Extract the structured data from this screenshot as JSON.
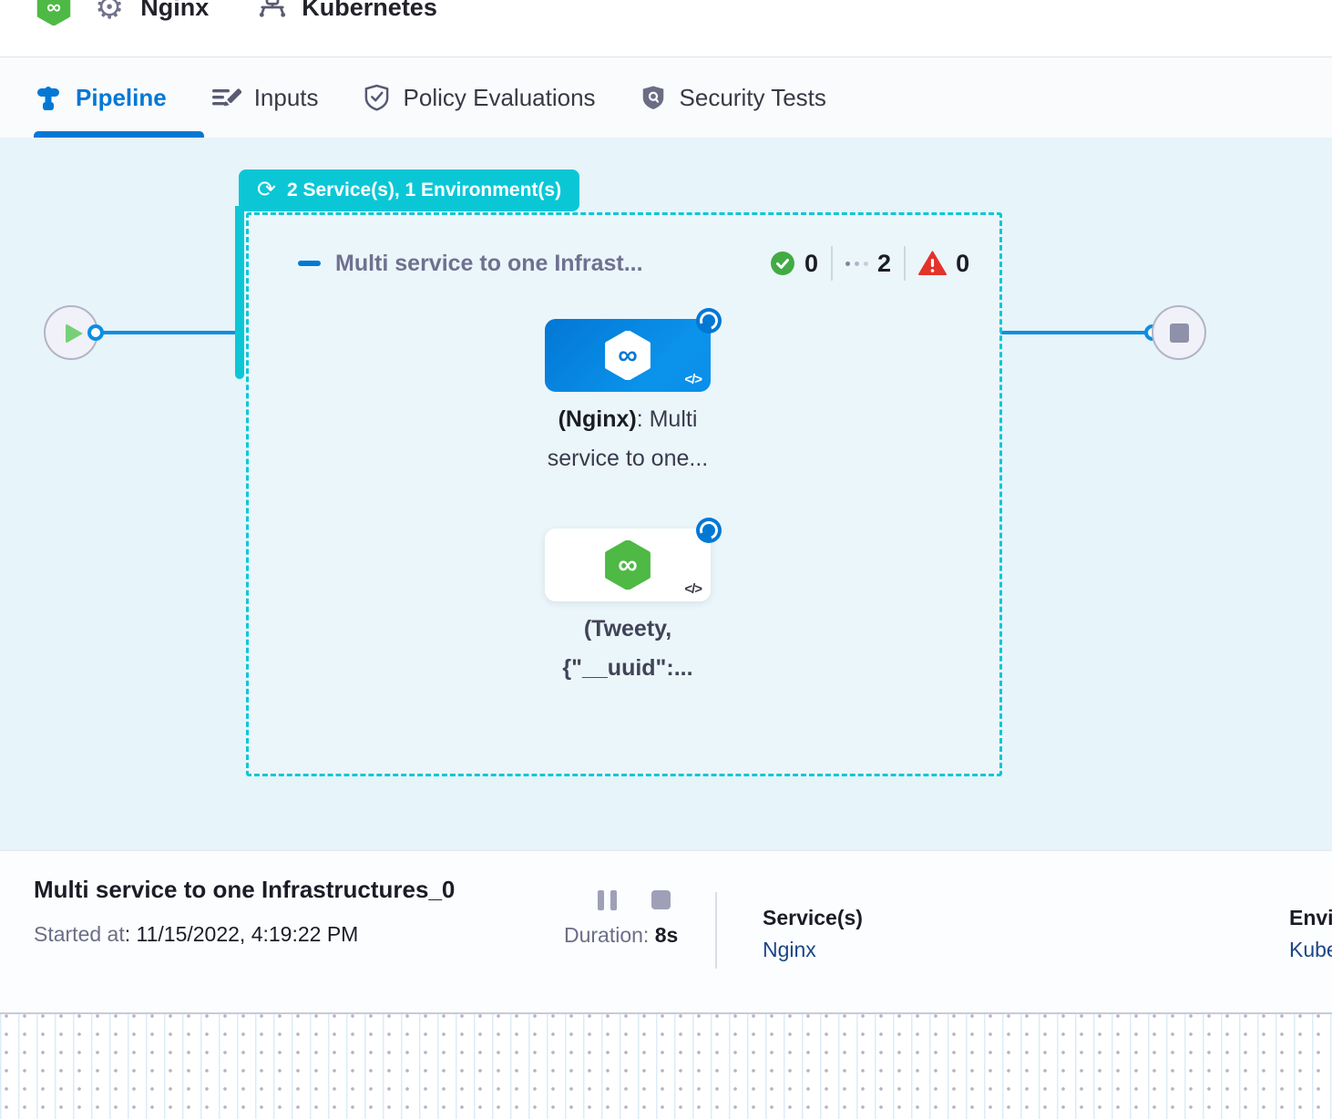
{
  "header": {
    "pipeline_name": "Nginx",
    "environment_name": "Kubernetes"
  },
  "tabs": {
    "pipeline": "Pipeline",
    "inputs": "Inputs",
    "policy": "Policy Evaluations",
    "security": "Security Tests"
  },
  "canvas": {
    "group_badge_label": "2 Service(s), 1 Environment(s)",
    "stage_title": "Multi service to one Infrast...",
    "counts": {
      "success": "0",
      "running": "2",
      "failed": "0"
    },
    "node1": {
      "bold": "(Nginx)",
      "rest": ": Multi",
      "line2": "service to one...",
      "code_glyph": "</>"
    },
    "node2": {
      "line1": "(Tweety,",
      "line2": "{\"__uuid\":...",
      "code_glyph": "</>"
    },
    "refresh_glyph": "⟳"
  },
  "footer": {
    "title": "Multi service to one Infrastructures_0",
    "started_label": "Started at",
    "started_value": ": 11/15/2022, 4:19:22 PM",
    "duration_label": "Duration:",
    "duration_value": " 8s",
    "services_label": "Service(s)",
    "services_link": "Nginx",
    "environment_label": "Environment(s)",
    "environment_link": "Kubernetes"
  },
  "colors": {
    "teal": "#0bc7d6",
    "primary_blue": "#0278d5",
    "line_blue": "#0d8ee3",
    "harness_green": "#4eb944",
    "success_green": "#42ab45",
    "failed_red": "#e3332a",
    "canvas_bg": "#e7f4f9",
    "link_navy": "#1b4588"
  }
}
